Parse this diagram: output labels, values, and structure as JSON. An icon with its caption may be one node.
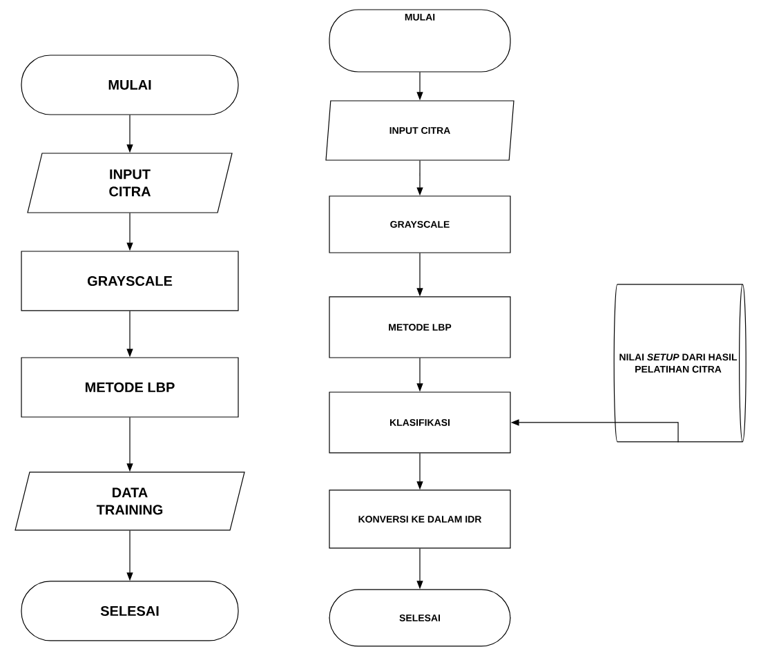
{
  "diagram": {
    "nodes": [
      {
        "text": [
          "MULAI"
        ]
      },
      {
        "text": [
          "INPUT CITRA"
        ]
      },
      {
        "text": [
          "GRAYSCALE"
        ]
      },
      {
        "text": [
          "METODE LBP"
        ]
      },
      {
        "text": [
          "DATA TRAINING"
        ]
      },
      {
        "text": [
          "SELESAI"
        ]
      },
      {
        "text": [
          "MULAI"
        ]
      },
      {
        "text": [
          "INPUT CITRA"
        ]
      },
      {
        "text": [
          "GRAYSCALE"
        ]
      },
      {
        "text": [
          "METODE LBP"
        ]
      },
      {
        "text": [
          "KLASIFIKASI"
        ]
      },
      {
        "text": [
          "KONVERSI KE DALAM IDR"
        ]
      },
      {
        "text": [
          "SELESAI"
        ]
      },
      {
        "text": [
          "NILAI *SETUP* DARI HASIL PELATIHAN CITRA"
        ]
      }
    ],
    "edges": [
      {
        "from": 0,
        "to": 1,
        "arrow": "to"
      },
      {
        "from": 1,
        "to": 2,
        "arrow": "to"
      },
      {
        "from": 2,
        "to": 3,
        "arrow": "to"
      },
      {
        "from": 3,
        "to": 4,
        "arrow": "to"
      },
      {
        "from": 4,
        "to": 5,
        "arrow": "to"
      },
      {
        "from": 6,
        "to": 7,
        "arrow": "to"
      },
      {
        "from": 7,
        "to": 8,
        "arrow": "to"
      },
      {
        "from": 8,
        "to": 9,
        "arrow": "to"
      },
      {
        "from": 9,
        "to": 10,
        "arrow": "to"
      },
      {
        "from": 10,
        "to": 11,
        "arrow": "to"
      },
      {
        "from": 11,
        "to": 12,
        "arrow": "to"
      },
      {
        "from": 13,
        "to": 10,
        "arrow": "to"
      }
    ]
  }
}
